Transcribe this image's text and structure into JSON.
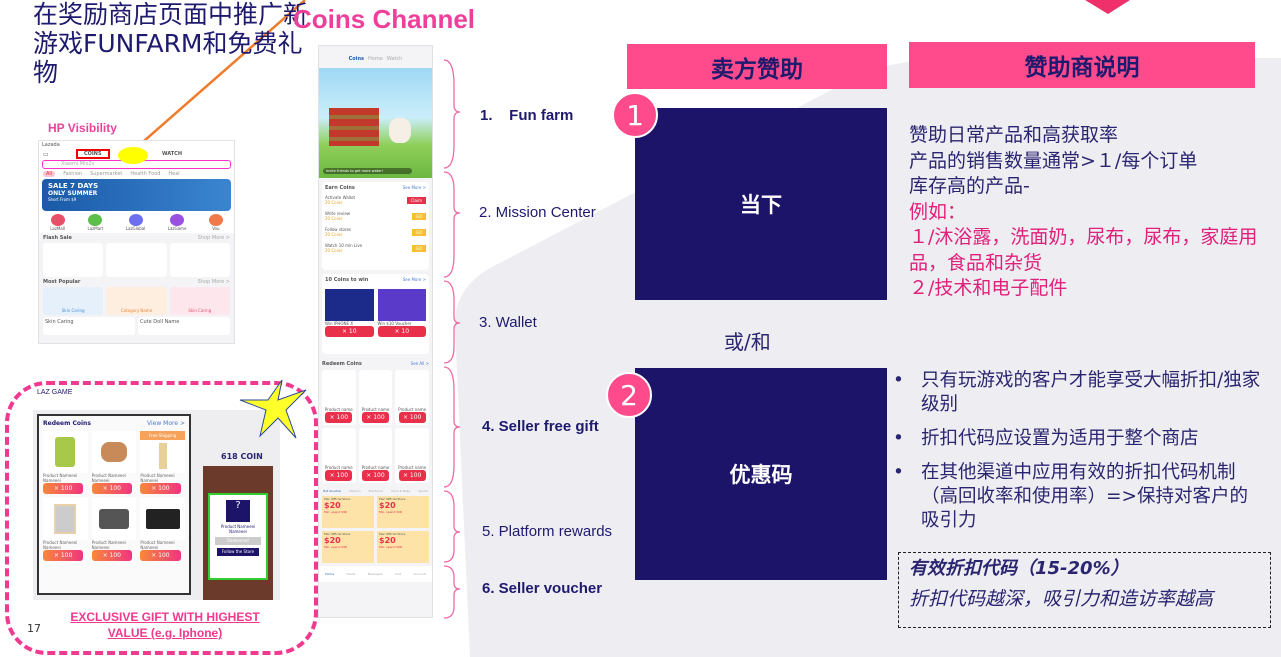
{
  "slide": {
    "title": "在奖励商店页面中推广新游戏FUNFARM和免费礼物",
    "coins_channel": "Coins Channel",
    "hp_visibility": "HP Visibility",
    "page_number": "17"
  },
  "hp_phone": {
    "app": "Lazada",
    "tab_coins": "COINS",
    "tab_watch": "WATCH",
    "search_placeholder": "Xiaomi Mix2s",
    "categories": [
      "All",
      "Fashion",
      "Supermarket",
      "Health Food",
      "Heal"
    ],
    "banner_line1": "SALE 7 DAYS",
    "banner_line2": "ONLY SUMMER",
    "banner_line3": "Short From $9",
    "shortcuts": [
      "LazMall",
      "LazMart",
      "LazGlobal",
      "LazGame",
      "Vou"
    ],
    "flash_sale": "Flash Sale",
    "shop_more": "Shop More >",
    "most_popular": "Most Popular",
    "popular_items": [
      "Skin Caring",
      "Category Name",
      "Skin Caring"
    ],
    "list_items": [
      "Skin Caring",
      "Cute Doll Name"
    ]
  },
  "laz_game": {
    "label": "LAZ GAME",
    "redeem_title": "Redeem Coins",
    "view_more": "View More >",
    "free_shipping": "Free Shipping",
    "product_name": "Product Nameeei Nameeei",
    "price": "× 100",
    "coin_count": "618 COIN",
    "follow_button": "Follow the Store",
    "redeemed": "Redeemed",
    "caption_line1": "EXCLUSIVE GIFT WITH HIGHEST",
    "caption_line2": "VALUE (e.g. Iphone)"
  },
  "coins_phone": {
    "tabs": [
      "Coins",
      "Home",
      "Watch"
    ],
    "invite": "Invite friends to get more water!",
    "go": "Go",
    "earn_coins": "Earn Coins",
    "see_more": "See More >",
    "tasks": [
      {
        "name": "Activate Wallet",
        "reward": "20 Coins",
        "action": "Claim"
      },
      {
        "name": "Write review",
        "reward": "20 Coins",
        "action": "GO"
      },
      {
        "name": "Follow stores",
        "reward": "20 Coins",
        "action": "GO"
      },
      {
        "name": "Watch 10 min Live",
        "reward": "20 Coins",
        "action": "GO"
      }
    ],
    "ten_coins": "10 Coins to win",
    "win_items": [
      {
        "name": "Win IPHONE X",
        "cost": "× 10"
      },
      {
        "name": "Win $10 Voucher",
        "cost": "× 10"
      }
    ],
    "redeem_coins": "Redeem Coins",
    "see_all": "See All >",
    "product_name": "Product name",
    "product_price": "× 100",
    "voucher_tabs": [
      "Hot Voucher",
      "Fashion",
      "Electronic",
      "Mom & Baby",
      "Sports"
    ],
    "voucher_store": "Mac Official Store",
    "voucher_amount": "$20",
    "voucher_min": "Min. spend 50€",
    "nav": [
      "Home",
      "Feeds",
      "Messages",
      "Cart",
      "Account"
    ]
  },
  "channels": [
    {
      "label": "1.    Fun farm",
      "bold": true
    },
    {
      "label": "2. Mission Center",
      "bold": false
    },
    {
      "label": "3. Wallet",
      "bold": false
    },
    {
      "label": "4. Seller free gift",
      "bold": true
    },
    {
      "label": "5. Platform rewards",
      "bold": false
    },
    {
      "label": "6. Seller voucher",
      "bold": true
    }
  ],
  "headers": {
    "seller_sponsor": "卖方赞助",
    "sponsor_desc": "赞助商说明"
  },
  "option1": {
    "number": "1",
    "label": "当下",
    "lines": [
      "赞助日常产品和高获取率",
      "产品的销售数量通常>１/每个订单",
      "库存高的产品-"
    ],
    "example_lines": [
      "例如：",
      "１/沐浴露，洗面奶，尿布，尿布，家庭用",
      "品，食品和杂货",
      "２/技术和电子配件"
    ]
  },
  "or_and": "或/和",
  "option2": {
    "number": "2",
    "label": "优惠码",
    "bullets": [
      "只有玩游戏的客户才能享受大幅折扣/独家级别",
      "折扣代码应设置为适用于整个商店",
      "在其他渠道中应用有效的折扣代码机制（高回收率和使用率）=>保持对客户的吸引力"
    ],
    "note_title": "有效折扣代码（15-20%）",
    "note_body": "折扣代码越深，吸引力和造访率越高"
  },
  "colors": {
    "navy": "#1c1468",
    "pink": "#ff4a8c",
    "magenta": "#e0207a"
  }
}
